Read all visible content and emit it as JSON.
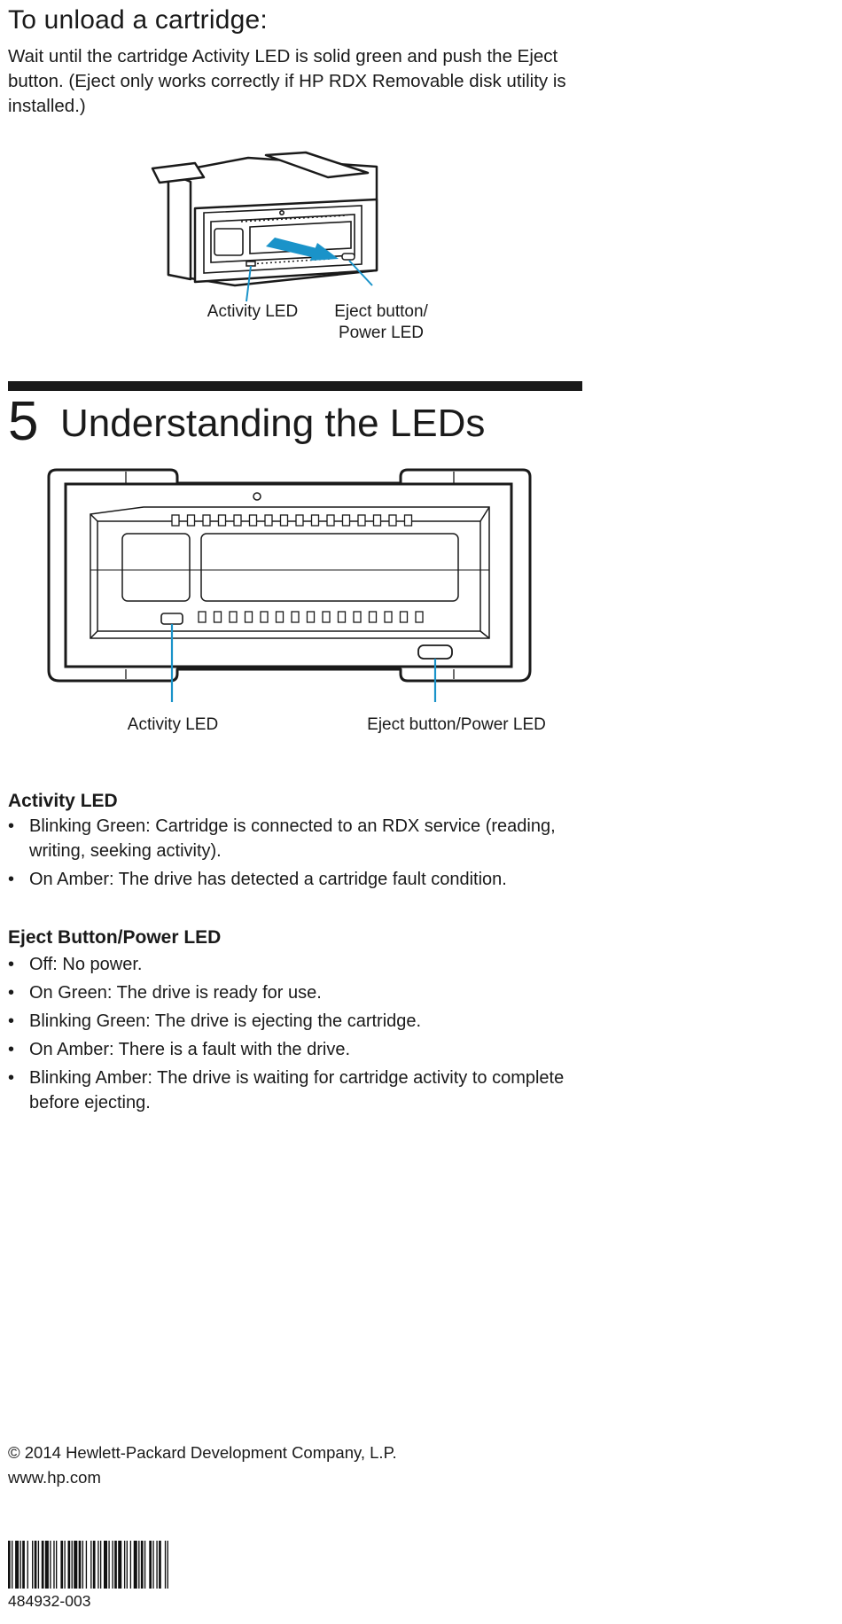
{
  "unload": {
    "heading": "To unload a cartridge:",
    "body": "Wait until the cartridge Activity LED is solid green and push the Eject button. (Eject only works correctly if HP RDX Removable disk utility is installed.)",
    "fig_activity_label": "Activity LED",
    "fig_eject_label_line1": "Eject button/",
    "fig_eject_label_line2": "Power LED"
  },
  "section": {
    "number": "5",
    "title": "Understanding the LEDs",
    "fig_activity_label": "Activity LED",
    "fig_eject_label": "Eject button/Power LED"
  },
  "activity": {
    "heading": "Activity LED",
    "items": [
      "Blinking Green: Cartridge is connected to an RDX service (reading, writing, seeking activity).",
      "On Amber: The drive has detected a cartridge fault condition."
    ]
  },
  "eject": {
    "heading": "Eject Button/Power LED",
    "items": [
      "Off: No power.",
      "On Green: The drive is ready for use.",
      "Blinking Green: The drive is ejecting the cartridge.",
      "On Amber: There is a fault with the drive.",
      "Blinking Amber: The drive is waiting for cartridge activity to complete before ejecting."
    ]
  },
  "footer": {
    "copyright": "© 2014 Hewlett-Packard Development Company, L.P.",
    "website": "www.hp.com",
    "part_number": "484932-003"
  },
  "colors": {
    "callout_line": "#1a93c9",
    "arrow": "#1a93c9",
    "text": "#1a1a1a"
  }
}
